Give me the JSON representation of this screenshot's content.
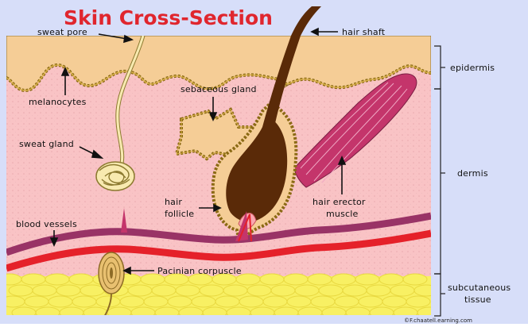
{
  "title": "Skin Cross-Section",
  "labels": {
    "sweat_pore": "sweat pore",
    "hair_shaft": "hair shaft",
    "melanocytes": "melanocytes",
    "sebaceous_gland": "sebaceous gland",
    "sweat_gland": "sweat gland",
    "hair_follicle_1": "hair",
    "hair_follicle_2": "follicle",
    "hair_erector_1": "hair erector",
    "hair_erector_2": "muscle",
    "blood_vessels": "blood vessels",
    "pacinian": "Pacinian corpuscle"
  },
  "layers": {
    "epidermis": "epidermis",
    "dermis": "dermis",
    "subcutaneous_1": "subcutaneous",
    "subcutaneous_2": "tissue"
  },
  "credit": "©F.chaatell.earning.com",
  "colors": {
    "title": "#e0262e",
    "background": "#d7def9",
    "epidermis": "#f5cd96",
    "dermis": "#f9c3c5",
    "fat": "#f8f063",
    "hair": "#5a2a08",
    "muscle": "#c4356b",
    "vessel_red": "#e5212a",
    "vessel_purple": "#993366"
  }
}
